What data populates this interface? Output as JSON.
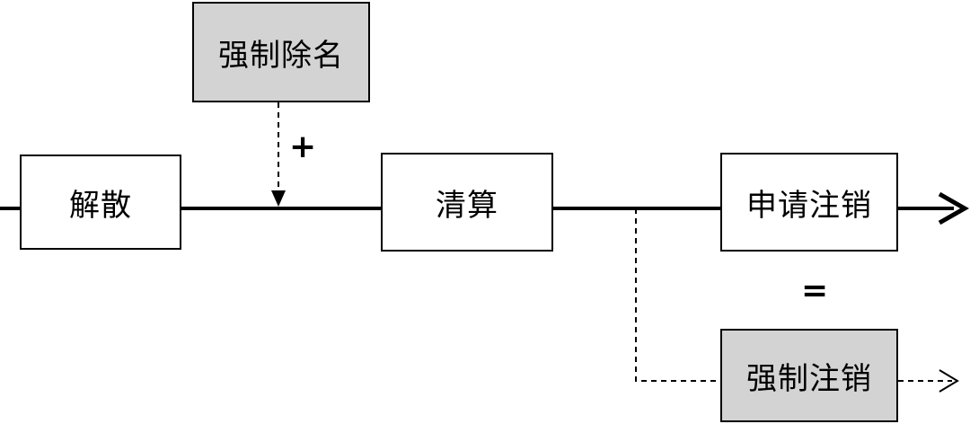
{
  "nodes": {
    "forced_removal": {
      "label": "强制除名",
      "shaded": true
    },
    "dissolution": {
      "label": "解散",
      "shaded": false
    },
    "liquidation": {
      "label": "清算",
      "shaded": false
    },
    "apply_deregistration": {
      "label": "申请注销",
      "shaded": false
    },
    "forced_deregistration": {
      "label": "强制注销",
      "shaded": true
    }
  },
  "symbols": {
    "plus": "+",
    "equals": "="
  },
  "colors": {
    "line": "#000000",
    "shaded_fill": "#d3d3d3",
    "box_fill": "#ffffff"
  }
}
